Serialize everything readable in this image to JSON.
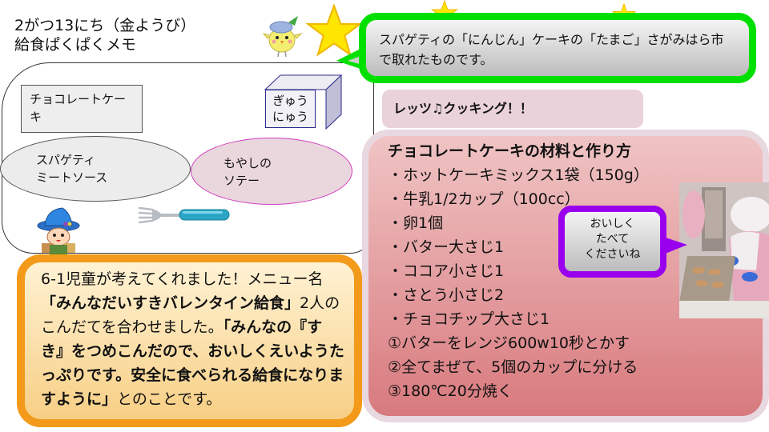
{
  "header": {
    "date": "2がつ13にち（金ようび）",
    "subtitle": "給食ぱくぱくメモ"
  },
  "menu": {
    "dessert": "チョコレートケーキ",
    "milk_line1": "ぎゅう",
    "milk_line2": "にゅう",
    "main_line1": "スパゲティ",
    "main_line2": "ミートソース",
    "side_line1": "もやしの",
    "side_line2": "ソテー"
  },
  "green_bubble": {
    "text": "スパゲティの「にんじん」ケーキの「たまご」さがみはら市で取れたものです。"
  },
  "lets_cooking": {
    "label": "レッツ♫クッキング！！"
  },
  "recipe": {
    "title": "チョコレートケーキの材料と作り方",
    "ingredients": [
      "・ホットケーキミックス1袋（150g）",
      "・牛乳1/2カップ（100cc）",
      "・卵1個",
      "・バター大さじ1",
      "・ココア小さじ1",
      "・さとう小さじ2",
      "・チョコチップ大さじ1"
    ],
    "steps": [
      "①バターをレンジ600w10秒とかす",
      "②全てまぜて、5個のカップに分ける",
      "③180℃20分焼く"
    ]
  },
  "purple_bubble": {
    "line1": "おいしく",
    "line2": "たべて",
    "line3": "くださいね"
  },
  "orange_bubble": {
    "part1": "6-1児童が考えてくれました！メニュー名",
    "part2": "「みんなだいすきバレンタイン給食」",
    "part3": "2人のこんだてを合わせました。",
    "part4": "「みんなの『すき』をつめこんだので、おいしくえいようたっぷりです。安全に食べられる給食になりますように」",
    "part5": "とのことです。"
  },
  "colors": {
    "green_border": "#00e000",
    "purple_border": "#9900ee",
    "orange_border": "#f39a1a",
    "recipe_top": "#f0c4c4",
    "recipe_bottom": "#d87a7e",
    "star": "#ffe600"
  }
}
